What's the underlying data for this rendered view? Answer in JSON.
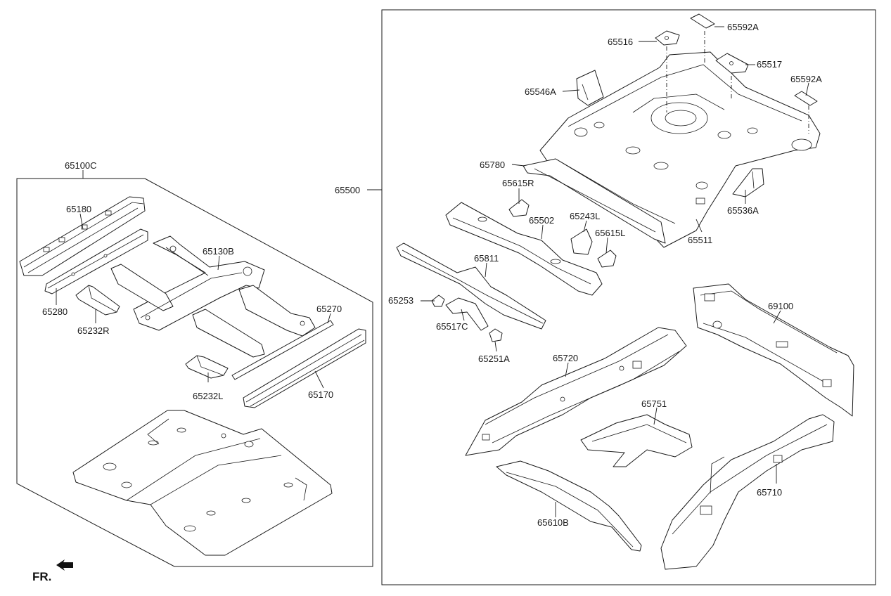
{
  "labels": {
    "p65100C": "65100C",
    "p65180": "65180",
    "p65280": "65280",
    "p65232R": "65232R",
    "p65130B": "65130B",
    "p65270": "65270",
    "p65232L": "65232L",
    "p65170": "65170",
    "p65500": "65500",
    "p65516": "65516",
    "p65592A_top": "65592A",
    "p65517": "65517",
    "p65546A": "65546A",
    "p65592A_right": "65592A",
    "p65780": "65780",
    "p65615R": "65615R",
    "p65536A": "65536A",
    "p65243L": "65243L",
    "p65502": "65502",
    "p65615L": "65615L",
    "p65511": "65511",
    "p65811": "65811",
    "p65253": "65253",
    "p65517C": "65517C",
    "p65251A": "65251A",
    "p69100": "69100",
    "p65720": "65720",
    "p65751": "65751",
    "p65710": "65710",
    "p65610B": "65610B"
  },
  "orientation": {
    "text": "FR.",
    "arrow_icon": "front-direction-arrow-icon"
  }
}
